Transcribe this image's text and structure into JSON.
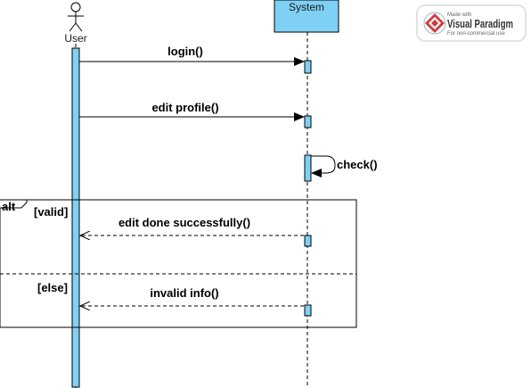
{
  "participants": {
    "user": {
      "label": "User"
    },
    "system": {
      "label": "System"
    }
  },
  "messages": {
    "login": "login()",
    "edit_profile": "edit profile()",
    "check": "check()",
    "edit_done": "edit done successfully()",
    "invalid": "invalid info()"
  },
  "fragment": {
    "operator": "alt",
    "guard_valid": "[valid]",
    "guard_else": "[else]"
  },
  "watermark": {
    "made_with": "Made with",
    "brand": "Visual Paradigm",
    "note": "For non-commercial use"
  },
  "colors": {
    "activation_fill": "#7fd0f5",
    "lifeline_box_fill": "#7fd0f5",
    "line": "#000000",
    "brand_red": "#d23c3c"
  }
}
